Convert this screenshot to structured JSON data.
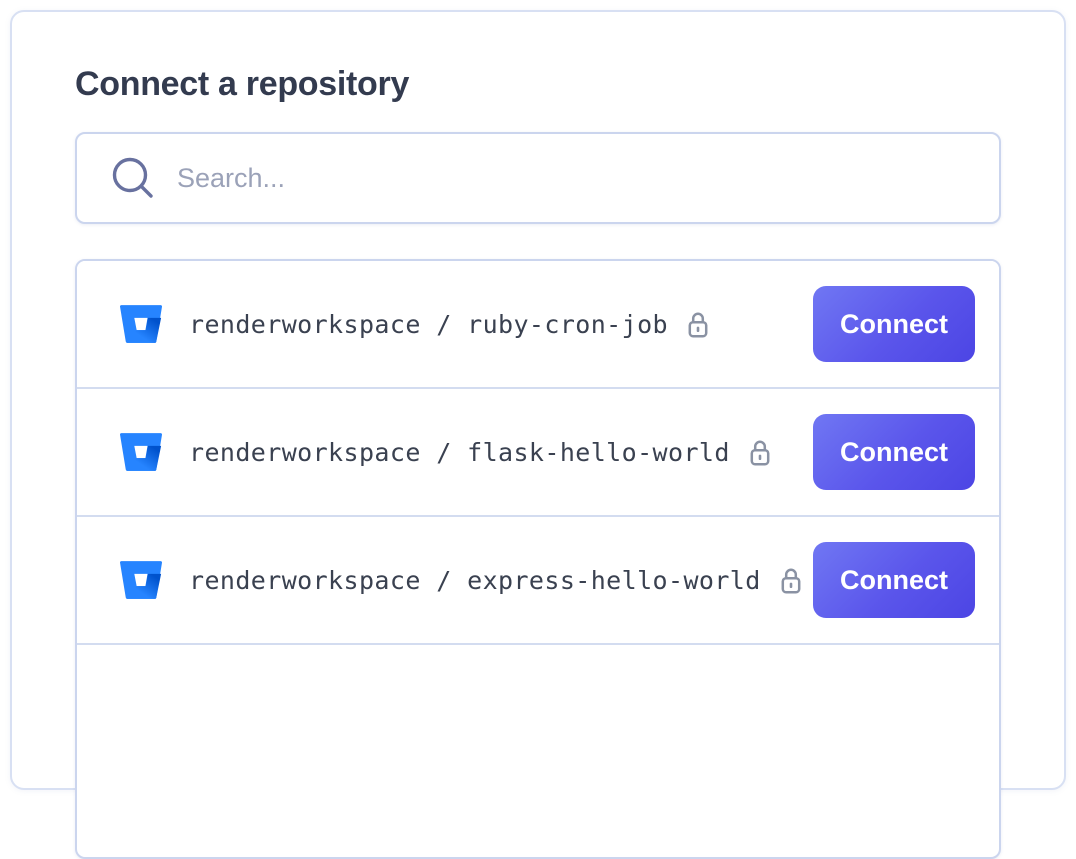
{
  "page": {
    "title": "Connect a repository"
  },
  "search": {
    "placeholder": "Search...",
    "icon": "search-icon"
  },
  "repo_list": {
    "provider": "bitbucket",
    "rows": [
      {
        "label": "renderworkspace / ruby-cron-job",
        "private": true,
        "connect_label": "Connect"
      },
      {
        "label": "renderworkspace / flask-hello-world",
        "private": true,
        "connect_label": "Connect"
      },
      {
        "label": "renderworkspace / express-hello-world",
        "private": true,
        "connect_label": "Connect"
      }
    ]
  },
  "colors": {
    "accent_gradient_start": "#7077F3",
    "accent_gradient_end": "#4C45E4",
    "bitbucket_blue": "#2684FF",
    "bitbucket_dark_blue": "#0052CC",
    "card_border": "#D8E0F3",
    "panel_border": "#CBD5EE",
    "title_text": "#333B4F",
    "repo_text": "#3A4150",
    "placeholder_text": "#9BA2B8",
    "icon_gray": "#8A92A3",
    "search_icon": "#68719F"
  }
}
